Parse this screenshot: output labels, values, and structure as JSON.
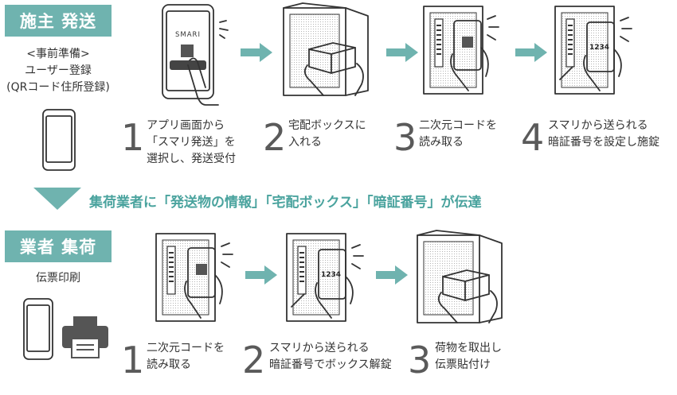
{
  "sender": {
    "tag": "施主 発送",
    "prep_lines": [
      "<事前準備>",
      "ユーザー登録",
      "(QRコード住所登録)"
    ],
    "app_logo": "SMARI",
    "steps": [
      {
        "num": "1",
        "lines": [
          "アプリ画面から",
          "「スマリ発送」を",
          "選択し、発送受付"
        ]
      },
      {
        "num": "2",
        "lines": [
          "宅配ボックスに",
          "入れる"
        ]
      },
      {
        "num": "3",
        "lines": [
          "二次元コードを",
          "読み取る"
        ]
      },
      {
        "num": "4",
        "lines": [
          "スマリから送られる",
          "暗証番号を設定し施錠"
        ]
      }
    ]
  },
  "handoff_banner": "集荷業者に「発送物の情報」「宅配ボックス」「暗証番号」が伝達",
  "carrier": {
    "tag": "業者 集荷",
    "note": "伝票印刷",
    "steps": [
      {
        "num": "1",
        "lines": [
          "二次元コードを",
          "読み取る"
        ]
      },
      {
        "num": "2",
        "lines": [
          "スマリから送られる",
          "暗証番号でボックス解錠"
        ]
      },
      {
        "num": "3",
        "lines": [
          "荷物を取出し",
          "伝票貼付け"
        ]
      }
    ]
  },
  "pin_code": "1234",
  "colors": {
    "accent": "#6fb3af",
    "banner_text": "#4aa39e",
    "line": "#333333"
  }
}
